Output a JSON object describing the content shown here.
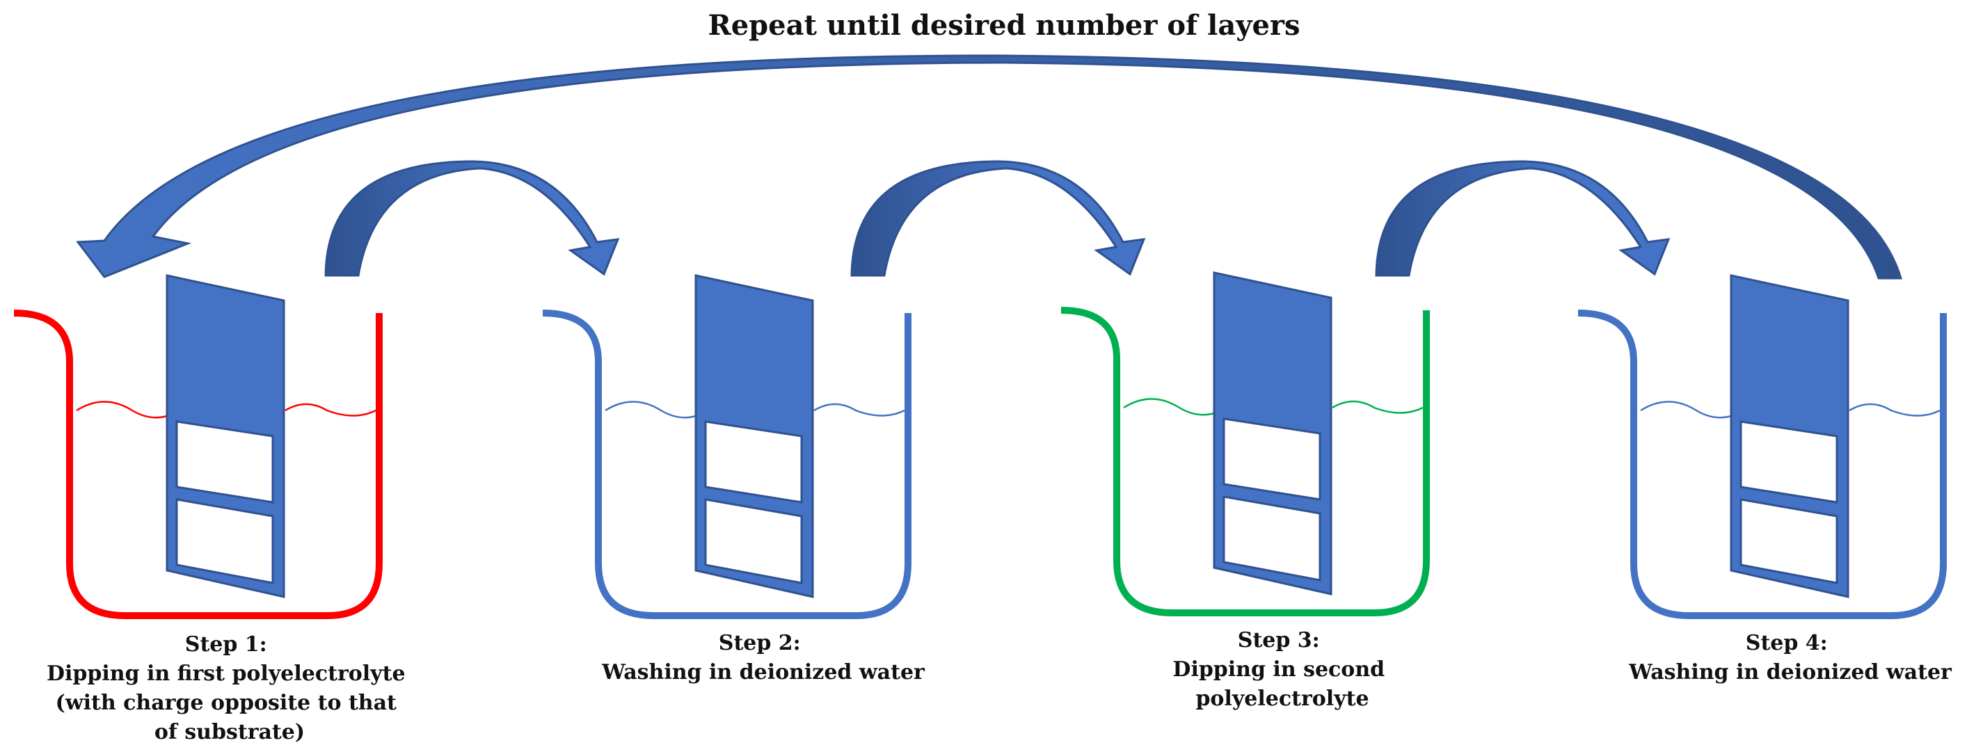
{
  "title": "Repeat until desired number of layers",
  "colors": {
    "arrow_fill": "#4472c4",
    "arrow_dark": "#2f528f",
    "substrate": "#4472c4",
    "first_polyelectrolyte": "#ff0000",
    "water": "#4472c4",
    "second_polyelectrolyte": "#00b050"
  },
  "steps": [
    {
      "heading": "Step 1:",
      "lines": [
        "Dipping in first polyelectrolyte",
        "(with charge opposite to that",
        "of substrate)"
      ],
      "solution_color": "#ff0000"
    },
    {
      "heading": "Step 2:",
      "lines": [
        "Washing in deionized water"
      ],
      "solution_color": "#4472c4"
    },
    {
      "heading": "Step 3:",
      "lines": [
        "Dipping in second",
        "polyelectrolyte"
      ],
      "solution_color": "#00b050"
    },
    {
      "heading": "Step 4:",
      "lines": [
        "Washing in deionized water"
      ],
      "solution_color": "#4472c4"
    }
  ]
}
